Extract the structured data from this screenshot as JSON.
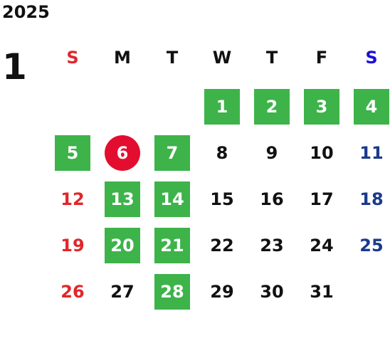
{
  "year": "2025",
  "month": "1",
  "colors": {
    "sunday": "#e0262b",
    "saturday": "#1b3a8c",
    "weekday": "#111111",
    "highlight_box": "#3db34a",
    "today_circle": "#e30e2f"
  },
  "weekdays": [
    {
      "label": "S",
      "kind": "sunday-header"
    },
    {
      "label": "M",
      "kind": "weekday"
    },
    {
      "label": "T",
      "kind": "weekday"
    },
    {
      "label": "W",
      "kind": "weekday"
    },
    {
      "label": "T",
      "kind": "weekday"
    },
    {
      "label": "F",
      "kind": "weekday"
    },
    {
      "label": "S",
      "kind": "saturday-header"
    }
  ],
  "weeks": [
    [
      null,
      null,
      null,
      {
        "day": "1",
        "style": "box"
      },
      {
        "day": "2",
        "style": "box"
      },
      {
        "day": "3",
        "style": "box"
      },
      {
        "day": "4",
        "style": "box"
      }
    ],
    [
      {
        "day": "5",
        "style": "box"
      },
      {
        "day": "6",
        "style": "circle"
      },
      {
        "day": "7",
        "style": "box"
      },
      {
        "day": "8",
        "style": "plain"
      },
      {
        "day": "9",
        "style": "plain"
      },
      {
        "day": "10",
        "style": "plain"
      },
      {
        "day": "11",
        "style": "plain"
      }
    ],
    [
      {
        "day": "12",
        "style": "plain"
      },
      {
        "day": "13",
        "style": "box"
      },
      {
        "day": "14",
        "style": "box"
      },
      {
        "day": "15",
        "style": "plain"
      },
      {
        "day": "16",
        "style": "plain"
      },
      {
        "day": "17",
        "style": "plain"
      },
      {
        "day": "18",
        "style": "plain"
      }
    ],
    [
      {
        "day": "19",
        "style": "plain"
      },
      {
        "day": "20",
        "style": "box"
      },
      {
        "day": "21",
        "style": "box"
      },
      {
        "day": "22",
        "style": "plain"
      },
      {
        "day": "23",
        "style": "plain"
      },
      {
        "day": "24",
        "style": "plain"
      },
      {
        "day": "25",
        "style": "plain"
      }
    ],
    [
      {
        "day": "26",
        "style": "plain"
      },
      {
        "day": "27",
        "style": "plain"
      },
      {
        "day": "28",
        "style": "box"
      },
      {
        "day": "29",
        "style": "plain"
      },
      {
        "day": "30",
        "style": "plain"
      },
      {
        "day": "31",
        "style": "plain"
      },
      null
    ]
  ]
}
